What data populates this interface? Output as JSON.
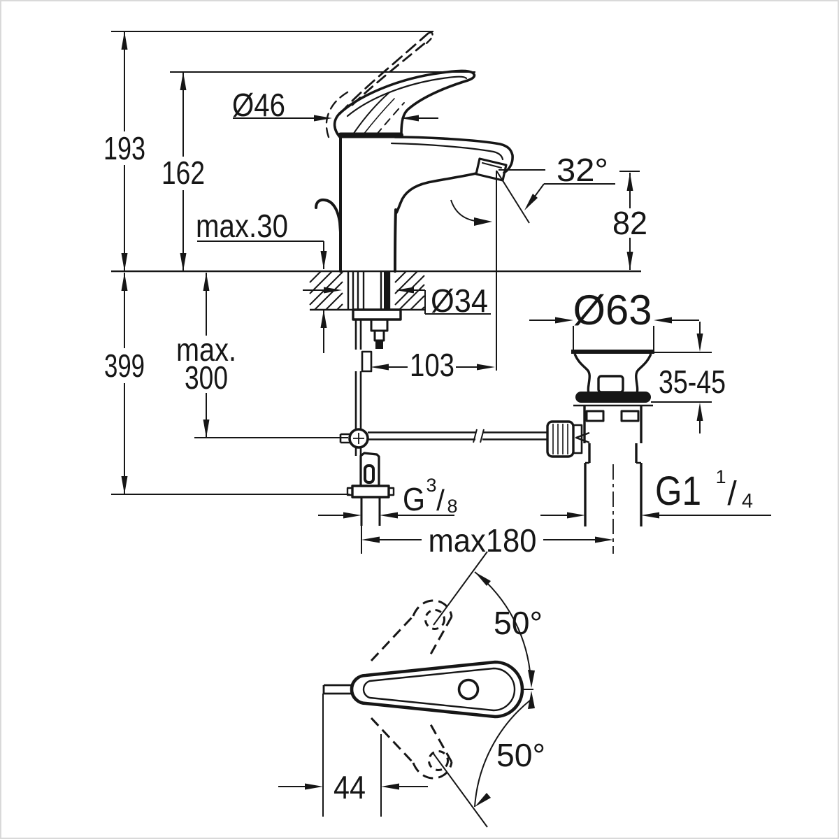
{
  "drawing": {
    "kind": "installation dimension drawing",
    "subject": "single-lever basin mixer with pop-up waste",
    "colors": {
      "line": "#161616",
      "background": "#ffffff"
    }
  },
  "side_view": {
    "overall_height": "193",
    "handle_height": "162",
    "deck_max_thickness": "max.30",
    "handle_base_diameter": "Ø46",
    "spout_angle": "32°",
    "outlet_height": "82",
    "under_counter_depth": "399",
    "rod_max_line1": "max.",
    "rod_max_line2": "300",
    "hole_diameter": "Ø34",
    "outlet_offset": "103",
    "linkage_reach": "max180",
    "supply_thread": {
      "g": "G",
      "sup": "3",
      "slash": "/",
      "sub": "8"
    }
  },
  "waste_valve": {
    "plug_diameter": "Ø63",
    "clamping_range": "35-45",
    "waste_thread": {
      "g": "G1",
      "sup": "1",
      "slash": "/",
      "sub": "4"
    }
  },
  "top_view": {
    "swing_upper": "50°",
    "swing_lower": "50°",
    "handle_offset": "44"
  }
}
